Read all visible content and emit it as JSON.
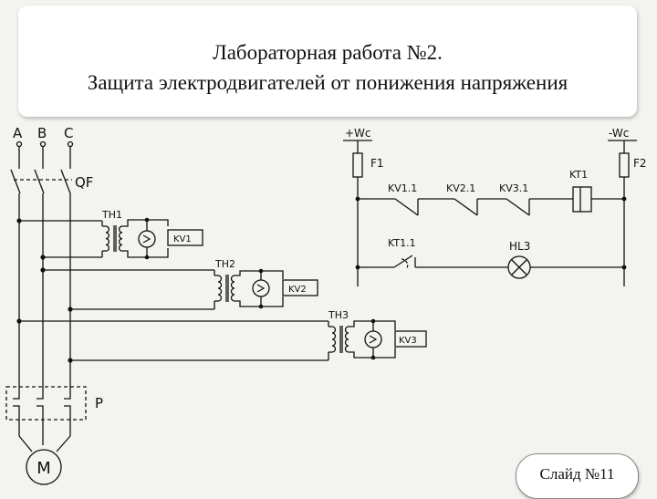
{
  "header": {
    "line1": "Лабораторная работа №2.",
    "line2": "Защита электродвигателей от понижения напряжения"
  },
  "diagram": {
    "phase_a": "A",
    "phase_b": "B",
    "phase_c": "C",
    "breaker": "QF",
    "th1": "TH1",
    "th2": "TH2",
    "th3": "TH3",
    "kv1": "KV1",
    "kv2": "KV2",
    "kv3": "KV3",
    "contactor": "P",
    "motor": "M",
    "plus_wc": "+Wc",
    "minus_wc": "-Wc",
    "f1": "F1",
    "f2": "F2",
    "kv11": "KV1.1",
    "kv21": "KV2.1",
    "kv31": "KV3.1",
    "kt1": "KT1",
    "kt11": "KT1.1",
    "hl3": "HL3"
  },
  "footer": {
    "slide": "Слайд №11"
  }
}
